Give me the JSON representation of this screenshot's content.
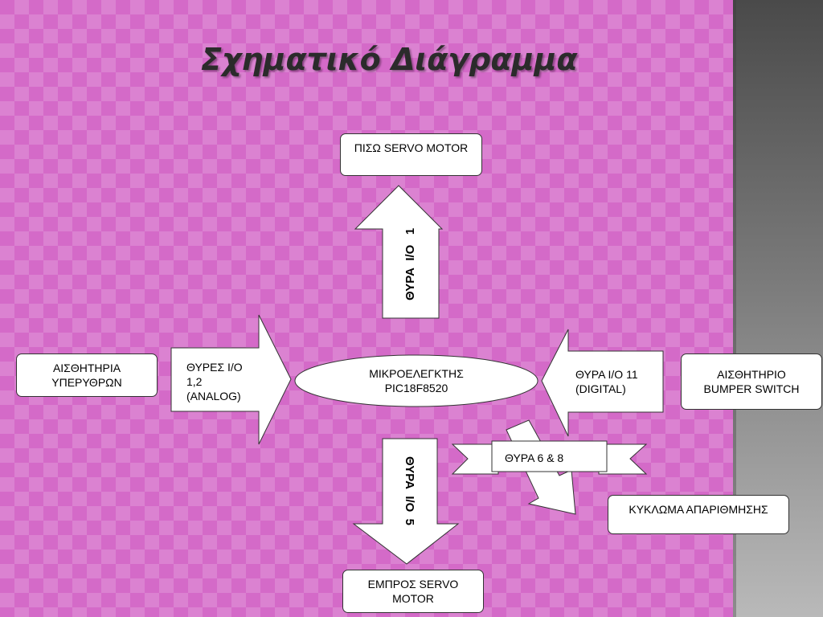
{
  "title": "Σχηματικό Διάγραμμα",
  "colors": {
    "background": "#d46ac8",
    "side_panel": "#6b6b6b",
    "shape_fill": "#ffffff"
  },
  "nodes": {
    "rear_servo": "ΠΙΣΩ SERVO MOTOR",
    "microcontroller": {
      "line1": "ΜΙΚΡΟΕΛΕΓΚΤΗΣ",
      "line2": "PIC18F8520"
    },
    "infrared_sensors": {
      "line1": "ΑΙΣΘΗΤΗΡΙΑ",
      "line2": "ΥΠΕΡΥΘΡΩΝ"
    },
    "bumper_switch": {
      "line1": "ΑΙΣΘΗΤΗΡΙΟ",
      "line2": "BUMPER SWITCH"
    },
    "counting_circuit": "ΚΥΚΛΩΜΑ ΑΠΑΡΙΘΜΗΣΗΣ",
    "front_servo": {
      "line1": "ΕΜΠΡΟΣ SERVO",
      "line2": "MOTOR"
    }
  },
  "arrows": {
    "port_1": "ΘΥΡΑ  I/O   1",
    "ports_1_2": {
      "line1": "ΘΥΡΕΣ I/O",
      "line2": "1,2",
      "line3": "(ANALOG)"
    },
    "port_11": {
      "line1": "ΘΥΡΑ I/O 11",
      "line2": "(DIGITAL)"
    },
    "port_5": "ΘΥΡΑ  I/O  5",
    "ports_6_8": "ΘΥΡΑ 6 & 8"
  }
}
